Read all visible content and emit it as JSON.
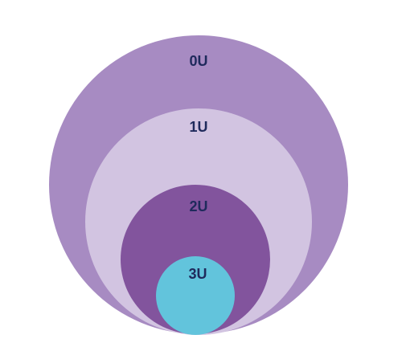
{
  "diagram": {
    "rings": [
      {
        "label": "0U",
        "fill": "#a78bc2"
      },
      {
        "label": "1U",
        "fill": "#d2c4e1"
      },
      {
        "label": "2U",
        "fill": "#82549d"
      },
      {
        "label": "3U",
        "fill": "#62c4dc"
      }
    ],
    "label_color": "#1f2a5c"
  }
}
